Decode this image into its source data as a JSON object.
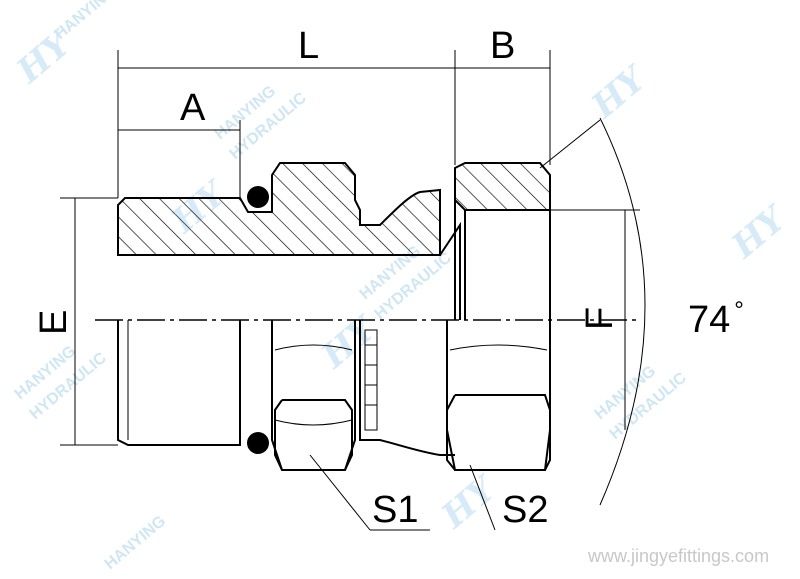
{
  "watermark": {
    "brand_line1": "HANYING",
    "brand_line2": "HYDRAULIC",
    "logo": "HY",
    "url": "www.jingyefittings.com"
  },
  "dimensions": {
    "L": "L",
    "B": "B",
    "A": "A",
    "E": "E",
    "F": "F",
    "angle": "74",
    "angle_unit": "°",
    "S1": "S1",
    "S2": "S2"
  },
  "colors": {
    "line": "#000000",
    "watermark": "#cfe6f4"
  }
}
